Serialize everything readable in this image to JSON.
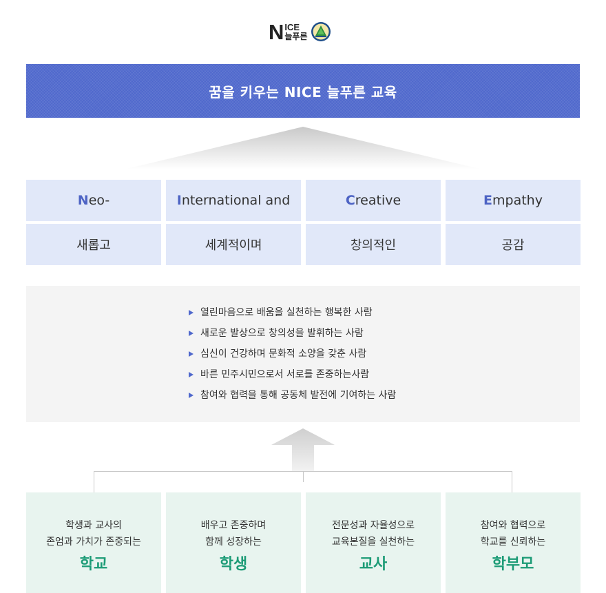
{
  "logo": {
    "initial": "N",
    "word_top": "ICE",
    "word_bottom": "늘푸른",
    "emblem": "green-mountain-emblem-icon"
  },
  "banner": {
    "title": "꿈을 키우는 NICE 늘푸른 교육"
  },
  "acronym": [
    {
      "initial": "N",
      "rest": "eo-",
      "korean": "새롭고"
    },
    {
      "initial": "I",
      "rest": "nternational and",
      "korean": "세계적이며"
    },
    {
      "initial": "C",
      "rest": "reative",
      "korean": "창의적인"
    },
    {
      "initial": "E",
      "rest": "mpathy",
      "korean": "공감"
    }
  ],
  "values": [
    "열린마음으로 배움을 실천하는 행복한 사람",
    "새로운 발상으로 창의성을 발휘하는 사람",
    "심신이 건강하며 문화적 소양을 갖춘 사람",
    "바른 민주시민으로서 서로를 존중하는사람",
    "참여와 협력을 통해 공동체 발전에 기여하는 사람"
  ],
  "pillars": [
    {
      "line1": "학생과 교사의",
      "line2": "존엄과 가치가 존중되는",
      "title": "학교"
    },
    {
      "line1": "배우고 존중하며",
      "line2": "함께 성장하는",
      "title": "학생"
    },
    {
      "line1": "전문성과 자율성으로",
      "line2": "교육본질을 실천하는",
      "title": "교사"
    },
    {
      "line1": "참여와 협력으로",
      "line2": "학교를 신뢰하는",
      "title": "학부모"
    }
  ],
  "colors": {
    "banner": "#4f68cc",
    "acronym_cell": "#e1e8f9",
    "initial_letter": "#4d63c4",
    "values_panel": "#f4f4f4",
    "pillar_cell": "#e8f4ef",
    "pillar_title": "#1c9b76"
  }
}
